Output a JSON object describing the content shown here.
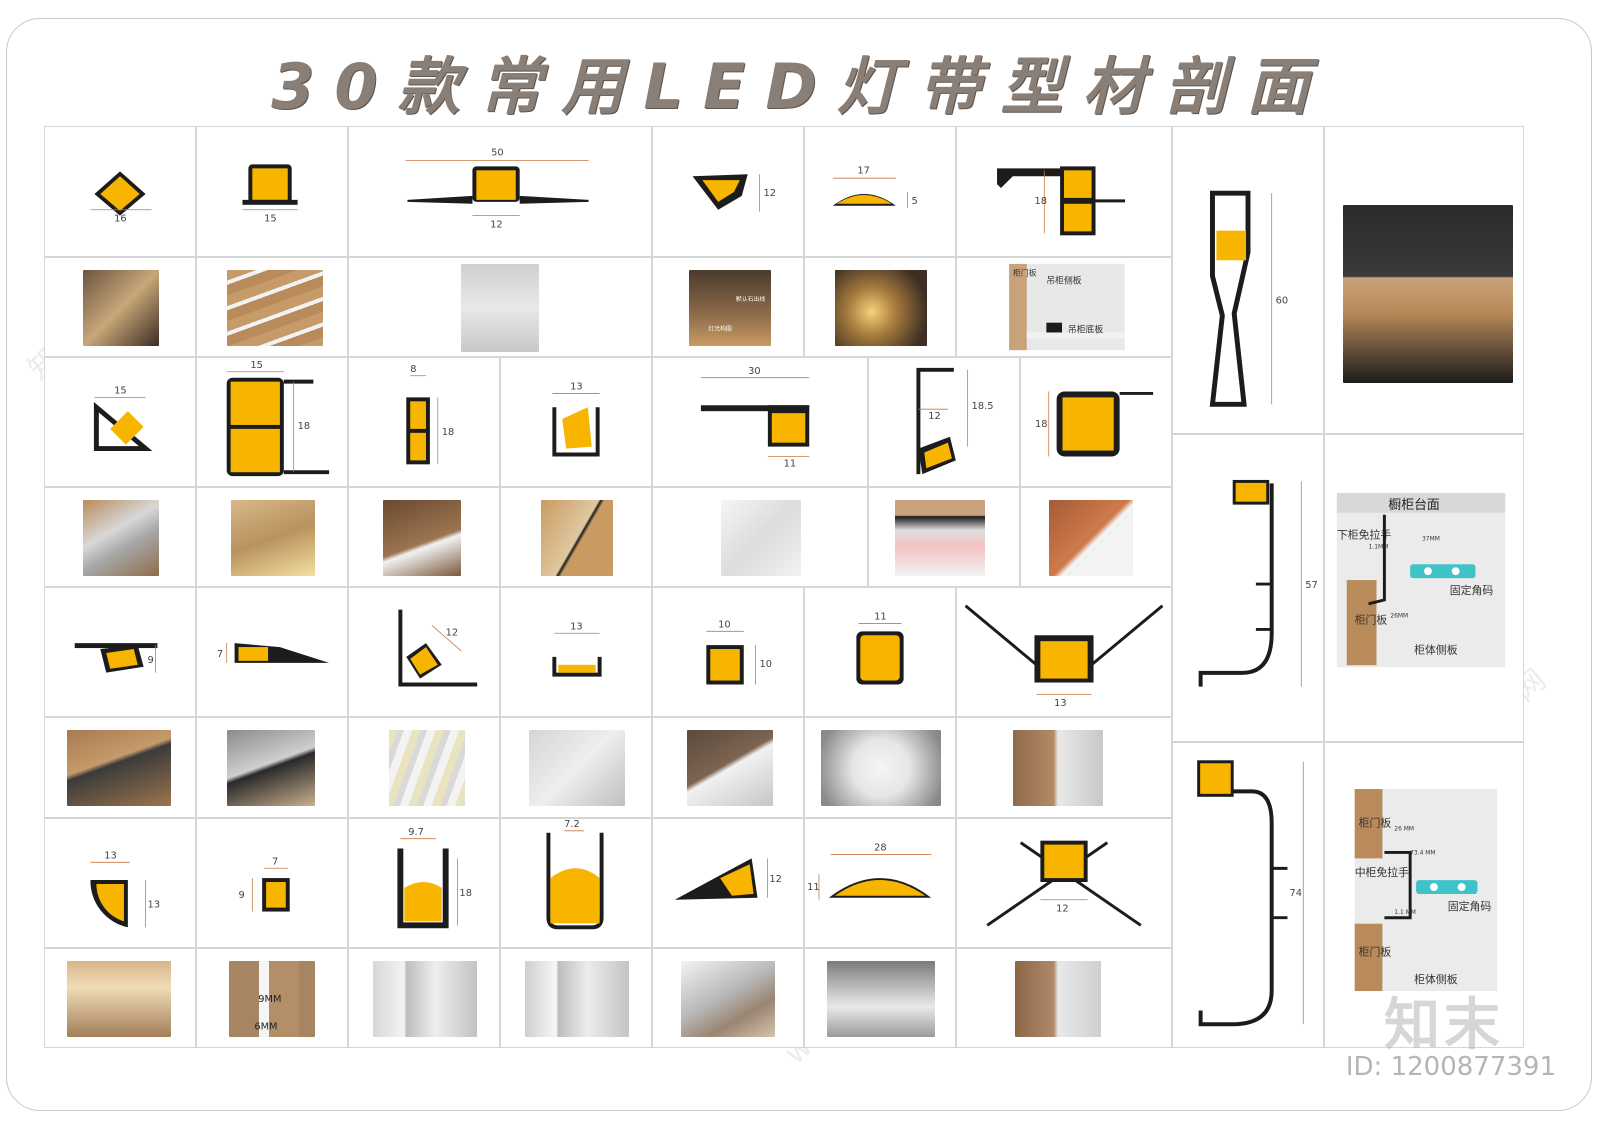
{
  "title": "30款常用LED灯带型材剖面",
  "watermark": {
    "site": "www.znzmo.com",
    "brand": "知末网"
  },
  "logo": {
    "text": "知末",
    "id": "ID: 1200877391"
  },
  "colors": {
    "led": "#f7b500",
    "led_light": "#ffe36a",
    "profile": "#1c1c1c",
    "dimension": "#c87a44",
    "wood": "#b98a5a",
    "teal": "#3fc3c9"
  },
  "dims": {
    "r1c1": "16",
    "r1c2": "15",
    "r1c3_top": "50",
    "r1c3_bot": "12",
    "r1c4": "12",
    "r1c5_top": "17",
    "r1c5_side": "5",
    "r1c6": "18",
    "r3c1": "15",
    "r3c2_top": "15",
    "r3c2_side": "18",
    "r3c3_top": "8",
    "r3c3_side": "18",
    "r3c4": "13",
    "r3c5_top": "30",
    "r3c5_bot": "11",
    "r3c6_w": "12",
    "r3c6_h": "18.5",
    "r3c7": "18",
    "r5c1": "9",
    "r5c2": "7",
    "r5c3": "12",
    "r5c4": "13",
    "r5c5_top": "10",
    "r5c5_side": "10",
    "r5c6": "11",
    "r5c7": "13",
    "r7c1_top": "13",
    "r7c1_side": "13",
    "r7c2_top": "7",
    "r7c2_side": "9",
    "r7c3_top": "9.7",
    "r7c3_side": "18",
    "r7c4": "7.2",
    "r7c5": "12",
    "r7c6_top": "28",
    "r7c6_side": "11",
    "r7c7": "12",
    "big1": "60",
    "big2": "57",
    "big3": "74"
  },
  "photo_labels": {
    "r2c6_side": "柜门板",
    "r2c6_top": "吊柜侧板",
    "r2c6_bottom": "吊柜底板",
    "r2c4_a": "默认石出线",
    "r2c4_b": "灯光构图",
    "r6c2_a": "9MM",
    "r6c2_b": "6MM"
  },
  "diagram_1": {
    "top": "橱柜台面",
    "handle": "下柜免拉手",
    "mm1": "1.1MM",
    "mm2": "37MM",
    "mm3": "26MM",
    "bracket": "固定角码",
    "door": "柜门板",
    "side": "柜体侧板"
  },
  "diagram_2": {
    "door_top": "柜门板",
    "mm1": "26 MM",
    "mm2": "73.4 MM",
    "handle": "中柜免拉手",
    "bracket": "固定角码",
    "mm3": "1.1 MM",
    "door_bottom": "柜门板",
    "side": "柜体侧板"
  }
}
